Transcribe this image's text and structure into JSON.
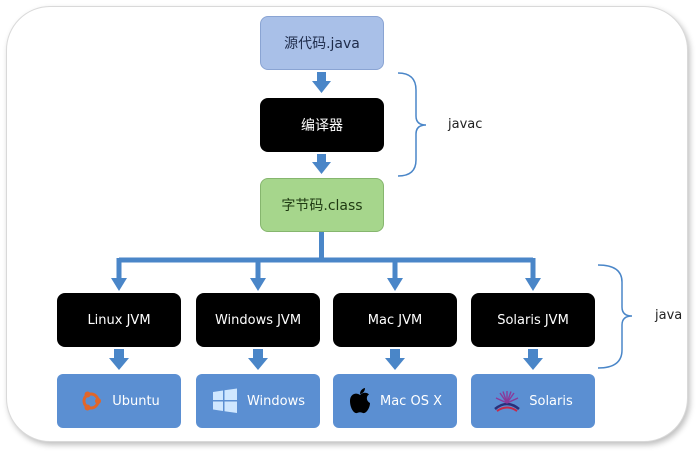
{
  "source_label": "源代码.java",
  "compiler_label": "编译器",
  "bytecode_label": "字节码.class",
  "javac_label": "javac",
  "java_label": "java",
  "jvms": [
    "Linux JVM",
    "Windows JVM",
    "Mac JVM",
    "Solaris JVM"
  ],
  "platforms": [
    {
      "label": "Ubuntu",
      "icon": "ubuntu-icon"
    },
    {
      "label": "Windows",
      "icon": "windows-icon"
    },
    {
      "label": "Mac OS X",
      "icon": "apple-icon"
    },
    {
      "label": "Solaris",
      "icon": "solaris-icon"
    }
  ],
  "colors": {
    "source": "#a9c0e8",
    "compiler": "#000000",
    "bytecode": "#a6d68c",
    "jvm": "#000000",
    "platform": "#5b8fd2",
    "arrow": "#4a86c8"
  }
}
